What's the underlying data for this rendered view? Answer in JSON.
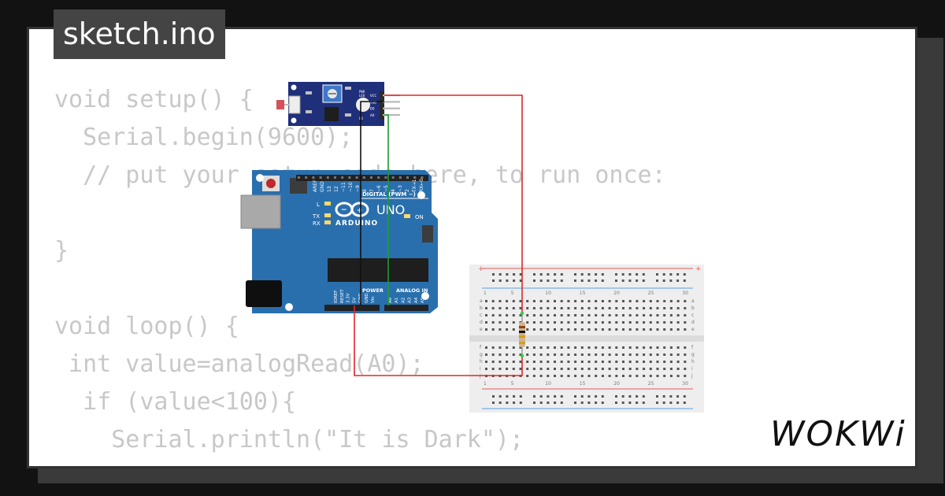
{
  "tab": {
    "title": "sketch.ino"
  },
  "code_lines": [
    "void setup() {",
    "  Serial.begin(9600);",
    "  // put your setup code here, to run once:",
    "",
    "}",
    "",
    "void loop() {",
    " int value=analogRead(A0);",
    "  if (value<100){",
    "    Serial.println(\"It is Dark\");",
    "  }"
  ],
  "brand": {
    "logo": "WOKWi"
  },
  "arduino": {
    "logo_text": "UNO",
    "brand_text": "ARDUINO",
    "digital_header": "DIGITAL (PWM ~)",
    "power_header": "POWER",
    "analog_header": "ANALOG IN",
    "on_label": "ON",
    "l_label": "L",
    "tx_label": "TX",
    "rx_label": "RX",
    "top_pins": [
      "AREF",
      "GND",
      "13",
      "12",
      "~11",
      "~10",
      "~9",
      "8",
      "7",
      "~6",
      "~5",
      "4",
      "~3",
      "2",
      "TX→1",
      "RX←0"
    ],
    "power_pins": [
      "IOREF",
      "RESET",
      "3.3V",
      "5V",
      "GND",
      "GND",
      "Vin"
    ],
    "analog_pins": [
      "A0",
      "A1",
      "A2",
      "A3",
      "A4",
      "A5"
    ]
  },
  "sensor": {
    "pins": [
      "VCC",
      "GND",
      "DO",
      "AO"
    ],
    "led_labels": [
      "PWR",
      "LED",
      "DO"
    ]
  },
  "breadboard": {
    "column_numbers": [
      "1",
      "5",
      "10",
      "15",
      "20",
      "25",
      "30"
    ],
    "row_letters_top": [
      "a",
      "b",
      "c",
      "d",
      "e"
    ],
    "row_letters_bottom": [
      "f",
      "g",
      "h",
      "i",
      "j"
    ]
  },
  "colors": {
    "background": "#121212",
    "card": "#ffffff",
    "code_text": "#c8c8c8",
    "tab_bg": "#444444",
    "arduino_board": "#2a6fad",
    "sensor_board": "#1f2f7a",
    "wire_red": "#e0262b",
    "wire_green": "#1f9a2f",
    "wire_black": "#111111"
  }
}
